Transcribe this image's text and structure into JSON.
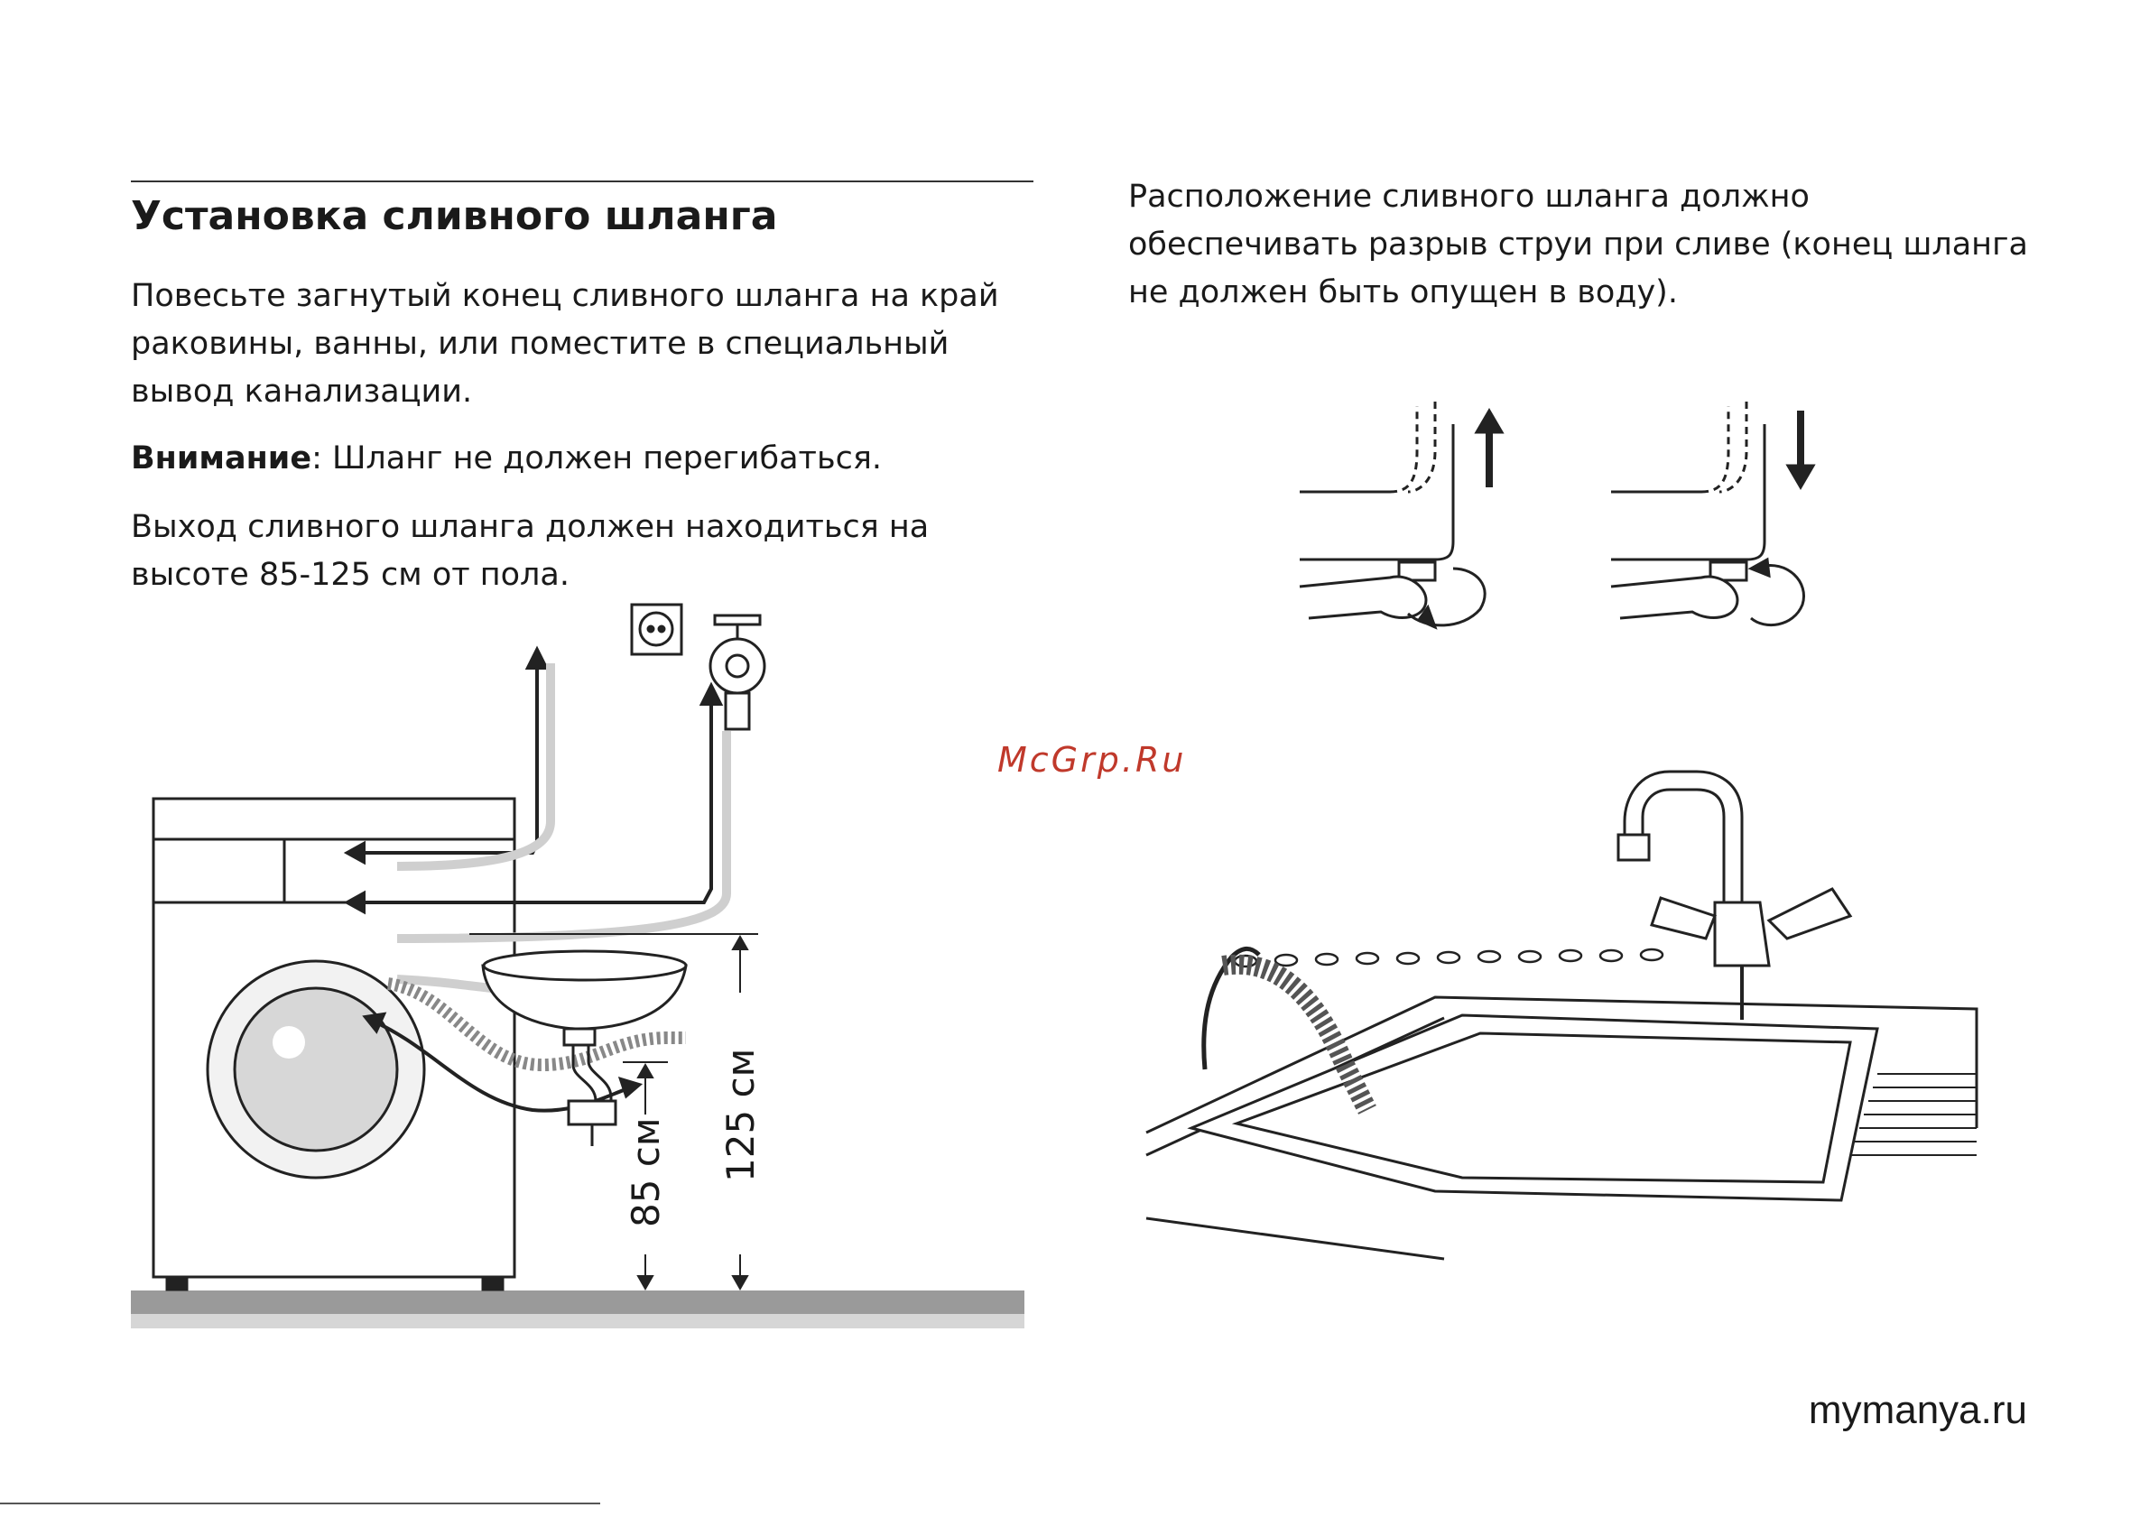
{
  "section": {
    "title": "Установка сливного шланга",
    "p1": "Повесьте загнутый конец сливного шланга на край раковины, ванны, или поместите в специальный вывод канализации.",
    "warning_label": "Внимание",
    "warning_text": ": Шланг не должен перегибаться.",
    "p3": "Выход сливного шланга должен находиться на высоте 85-125 см от пола.",
    "p4": "Расположение сливного шланга должно обеспечивать разрыв струи при сливе (конец шланга не должен быть опущен в воду)."
  },
  "figure": {
    "label_85": "85 см",
    "label_125": "125 см"
  },
  "watermark": "McGrp.Ru",
  "site": "mymanya.ru",
  "colors": {
    "text": "#1a1a1a",
    "watermark": "#c0392b",
    "line": "#222222",
    "floor": "#9a9a9a"
  }
}
